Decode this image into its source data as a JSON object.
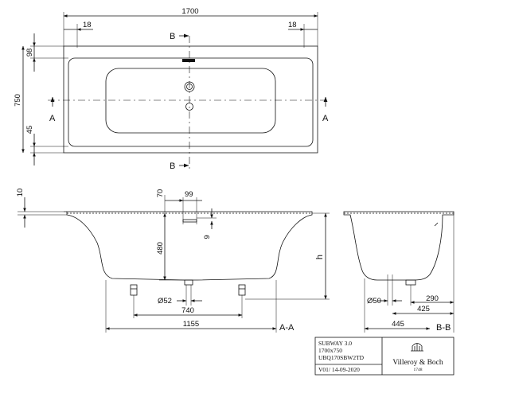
{
  "top_view": {
    "length": "1700",
    "edge_left": "18",
    "edge_right": "18",
    "width": "750",
    "rim_top": "98",
    "rim_bottom": "45",
    "section_a": "A",
    "section_b": "B"
  },
  "section_aa": {
    "rim": "10",
    "offset": "70",
    "drain_width": "99",
    "depth": "480",
    "drain_offset": "9",
    "height_label": "h",
    "pipe_diameter": "Ø52",
    "feet_spacing": "740",
    "base_length": "1155",
    "label": "A-A"
  },
  "section_bb": {
    "pipe_diameter": "Ø50",
    "drain_offset": "290",
    "drain_to_wall": "425",
    "base_width": "445",
    "label": "B-B"
  },
  "title_block": {
    "product": "SUBWAY 3.0",
    "size": "1700x750",
    "code": "UBQ170SBW2TD",
    "revision": "V01/ 14-09-2020",
    "brand": "Villeroy & Boch",
    "year": "1748"
  }
}
